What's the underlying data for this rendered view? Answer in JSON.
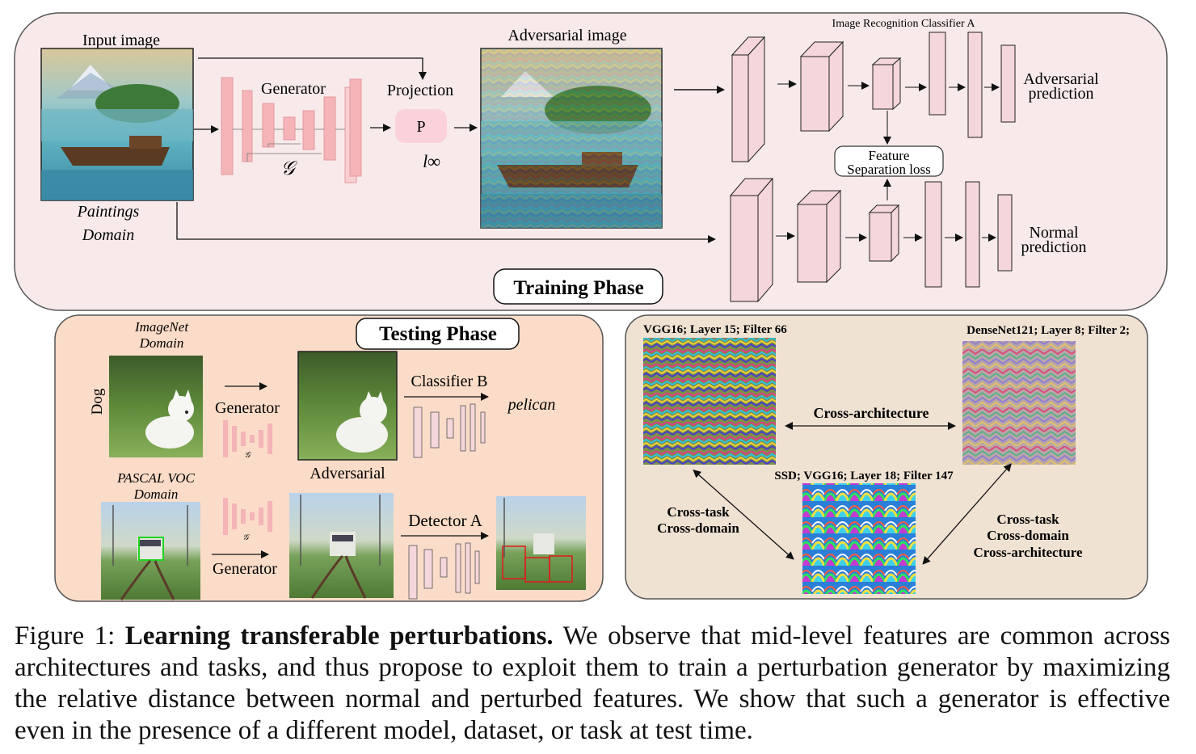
{
  "training": {
    "input_image_label": "Input image",
    "domain_label_line1": "Paintings",
    "domain_label_line2": "Domain",
    "generator_label": "Generator",
    "generator_symbol": "𝒢",
    "projection_label": "Projection",
    "projection_box": "P",
    "norm_symbol": "l∞",
    "adversarial_image_label": "Adversarial image",
    "classifier_label": "Image Recognition Classifier  A",
    "adversarial_prediction_line1": "Adversarial",
    "adversarial_prediction_line2": "prediction",
    "loss_line1": "Feature",
    "loss_line2": "Separation loss",
    "normal_prediction_line1": "Normal",
    "normal_prediction_line2": "prediction",
    "phase_title": "Training Phase"
  },
  "testing": {
    "phase_title": "Testing Phase",
    "imagenet_line1": "ImageNet",
    "imagenet_line2": "Domain",
    "dog_label": "Dog",
    "generator_label_top": "Generator",
    "generator_symbol": "𝒢",
    "adversarial_label": "Adversarial",
    "classifier_label": "Classifier  B",
    "prediction": "pelican",
    "voc_line1": "PASCAL VOC",
    "voc_line2": "Domain",
    "generator_label_bottom": "Generator",
    "detector_label": "Detector A"
  },
  "features": {
    "vgg_label": "VGG16; Layer 15; Filter 66",
    "densenet_label": "DenseNet121; Layer 8; Filter 2;",
    "cross_arch": "Cross-architecture",
    "ssd_label": "SSD; VGG16; Layer 18; Filter 147",
    "left_line1": "Cross-task",
    "left_line2": "Cross-domain",
    "right_line1": "Cross-task",
    "right_line2": "Cross-domain",
    "right_line3": "Cross-architecture"
  },
  "caption": {
    "prefix": "Figure 1: ",
    "bold": "Learning transferable perturbations.",
    "body": " We observe that mid-level features are common across architectures and tasks, and thus propose to exploit them to train a perturbation generator by maximizing the relative distance between normal and perturbed features. We show that such a generator is effective even in the presence of a different model, dataset, or task at test time."
  },
  "colors": {
    "training_bg": "#f8eaea",
    "testing_bg": "#fbdcc8",
    "features_bg": "#f0e2d3",
    "generator_block": "#f4b4b8",
    "classifier_block": "#f5d6da",
    "projection_box": "#fbd2da"
  }
}
